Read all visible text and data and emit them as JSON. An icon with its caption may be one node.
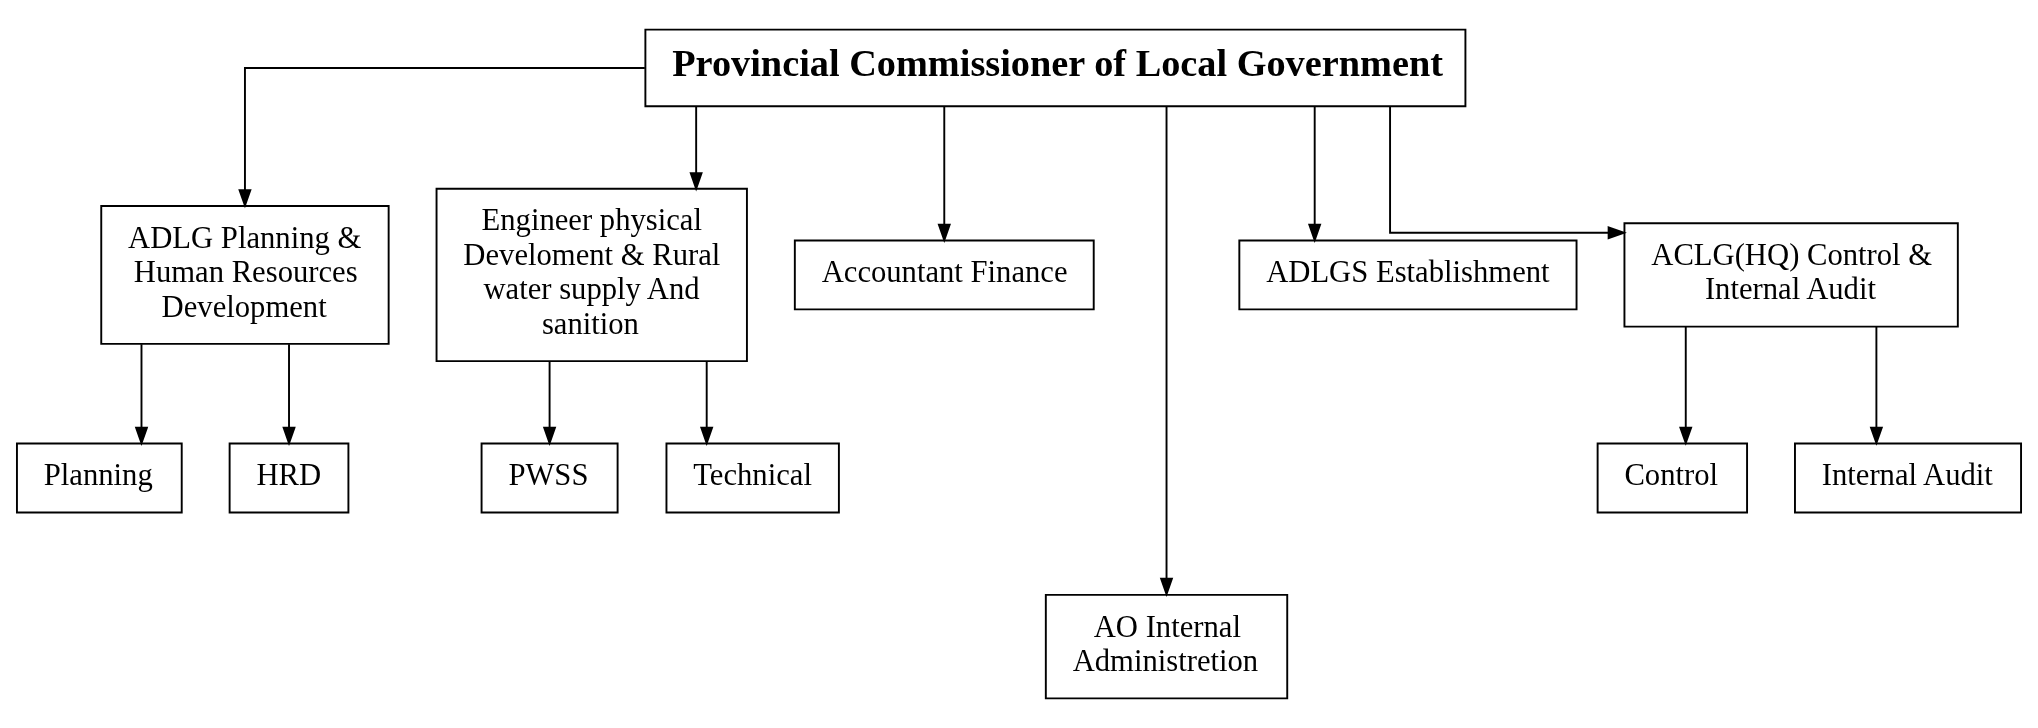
{
  "diagram": {
    "nodes": [
      {
        "text": [
          "Provincial Commissioner of Local Government"
        ]
      },
      {
        "text": [
          "ADLG Planning & Human Resources Development"
        ]
      },
      {
        "text": [
          "Engineer physical Develoment & Rural water supply And sanition"
        ]
      },
      {
        "text": [
          "Accountant Finance"
        ]
      },
      {
        "text": [
          "AO Internal Administretion"
        ]
      },
      {
        "text": [
          "ADLGS Establishment"
        ]
      },
      {
        "text": [
          "ACLG(HQ) Control & Internal Audit"
        ]
      },
      {
        "text": [
          "Planning"
        ]
      },
      {
        "text": [
          "HRD"
        ]
      },
      {
        "text": [
          "PWSS"
        ]
      },
      {
        "text": [
          "Technical"
        ]
      },
      {
        "text": [
          "Control"
        ]
      },
      {
        "text": [
          "Internal Audit"
        ]
      }
    ],
    "edges": [
      {
        "from": 0,
        "to": 1,
        "arrow": "to"
      },
      {
        "from": 0,
        "to": 2,
        "arrow": "to"
      },
      {
        "from": 0,
        "to": 3,
        "arrow": "to"
      },
      {
        "from": 0,
        "to": 4,
        "arrow": "to"
      },
      {
        "from": 0,
        "to": 5,
        "arrow": "to"
      },
      {
        "from": 0,
        "to": 6,
        "arrow": "to"
      },
      {
        "from": 1,
        "to": 7,
        "arrow": "to"
      },
      {
        "from": 1,
        "to": 8,
        "arrow": "to"
      },
      {
        "from": 2,
        "to": 9,
        "arrow": "to"
      },
      {
        "from": 2,
        "to": 10,
        "arrow": "to"
      },
      {
        "from": 6,
        "to": 11,
        "arrow": "to"
      },
      {
        "from": 6,
        "to": 12,
        "arrow": "to"
      }
    ]
  }
}
